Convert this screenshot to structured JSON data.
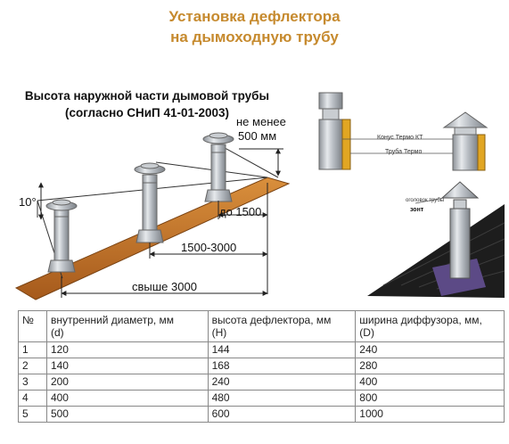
{
  "header": {
    "line1": "Установка дефлектора",
    "line2": "на дымоходную трубу"
  },
  "diagram": {
    "title_line1": "Высота наружной части дымовой трубы",
    "title_line2": "(согласно СНиП 41-01-2003)",
    "angle_label": "10°",
    "label_min_top": "не менее",
    "label_min_val": "500 мм",
    "label_to_1500": "до 1500",
    "label_1500_3000": "1500-3000",
    "label_over_3000": "свыше 3000"
  },
  "side_figure": {
    "label_cone": "Конус Термо КТ",
    "label_pipe": "Труба Термо",
    "label_umbrella_top": "оголовок трубы",
    "label_umbrella": "зонт"
  },
  "table": {
    "headers": [
      [
        "№",
        ""
      ],
      [
        "внутренний диаметр, мм",
        "(d)"
      ],
      [
        "высота дефлектора, мм",
        "(H)"
      ],
      [
        "ширина диффузора, мм,",
        "(D)"
      ]
    ],
    "rows": [
      [
        "1",
        "120",
        "144",
        "240"
      ],
      [
        "2",
        "140",
        "168",
        "280"
      ],
      [
        "3",
        "200",
        "240",
        "400"
      ],
      [
        "4",
        "400",
        "480",
        "800"
      ],
      [
        "5",
        "500",
        "600",
        "1000"
      ]
    ]
  }
}
